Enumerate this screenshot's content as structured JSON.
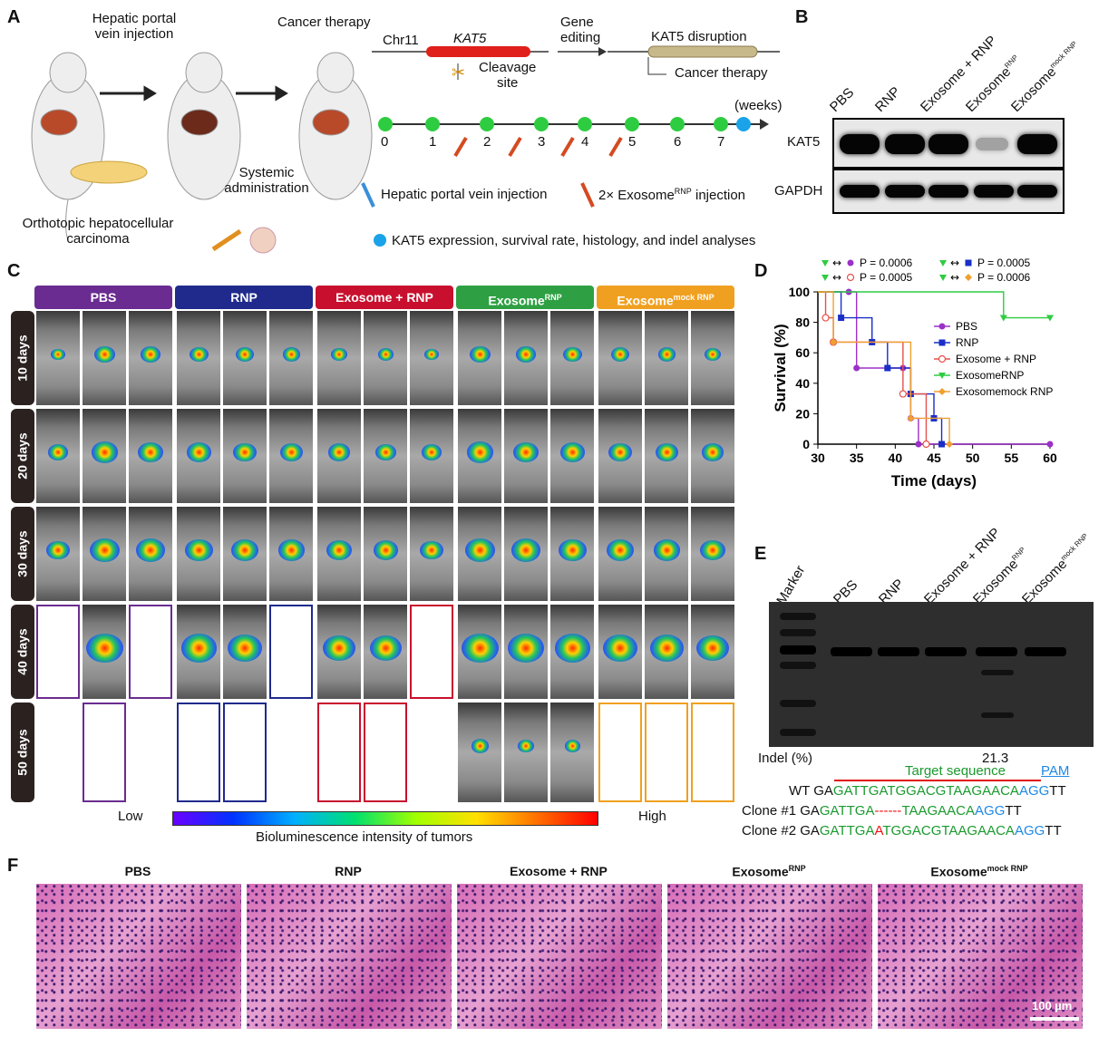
{
  "panels": {
    "a": "A",
    "b": "B",
    "c": "C",
    "d": "D",
    "e": "E",
    "f": "F"
  },
  "panelA": {
    "hepatic_portal_1": "Hepatic portal",
    "hepatic_portal_2": "vein injection",
    "cancer_therapy": "Cancer therapy",
    "chr": "Chr11",
    "gene": "KAT5",
    "cleavage_1": "Cleavage",
    "cleavage_2": "site",
    "gene_editing_1": "Gene",
    "gene_editing_2": "editing",
    "disruption": "KAT5 disruption",
    "cancer_therapy2": "Cancer therapy",
    "weeks": "(weeks)",
    "timeline": [
      "0",
      "1",
      "2",
      "3",
      "4",
      "5",
      "6",
      "7"
    ],
    "systemic_1": "Systemic",
    "systemic_2": "administration",
    "ortho_1": "Orthotopic hepatocellular",
    "ortho_2": "carcinoma",
    "legend_portal": "Hepatic portal vein injection",
    "legend_exo_pre": "2× Exosome",
    "legend_exo_sup": "RNP",
    "legend_exo_post": " injection",
    "legend_analysis": "KAT5 expression, survival rate, histology, and indel analyses"
  },
  "panelB": {
    "lanes": [
      "PBS",
      "RNP",
      "Exosome + RNP",
      "Exosome",
      "Exosome"
    ],
    "lane_sups": [
      "",
      "",
      "",
      "RNP",
      "mock RNP"
    ],
    "rows": [
      "KAT5",
      "GAPDH"
    ]
  },
  "panelC": {
    "groups": [
      {
        "label": "PBS",
        "sup": "",
        "color": "#6a2c91"
      },
      {
        "label": "RNP",
        "sup": "",
        "color": "#1f2a8c"
      },
      {
        "label": "Exosome + RNP",
        "sup": "",
        "color": "#c8102e"
      },
      {
        "label": "Exosome",
        "sup": "RNP",
        "color": "#2ea043"
      },
      {
        "label": "Exosome",
        "sup": "mock RNP",
        "color": "#f0a020"
      }
    ],
    "days": [
      "10 days",
      "20 days",
      "30 days",
      "40 days",
      "50 days"
    ],
    "low": "Low",
    "high": "High",
    "scale_label": "Bioluminescence intensity of tumors"
  },
  "panelD": {
    "pvals": [
      {
        "text": "P = 0.0006"
      },
      {
        "text": "P = 0.0005"
      },
      {
        "text": "P = 0.0005"
      },
      {
        "text": "P = 0.0006"
      }
    ]
  },
  "chart_data": {
    "type": "line",
    "xlabel": "Time (days)",
    "ylabel": "Survival (%)",
    "xlim": [
      30,
      60
    ],
    "ylim": [
      0,
      100
    ],
    "xticks": [
      30,
      35,
      40,
      45,
      50,
      55,
      60
    ],
    "yticks": [
      0,
      20,
      40,
      60,
      80,
      100
    ],
    "series": [
      {
        "name": "PBS",
        "color": "#9b30c8",
        "marker": "circle",
        "x": [
          30,
          34,
          35,
          41,
          42,
          43,
          60
        ],
        "y": [
          100,
          100,
          50,
          50,
          17,
          0,
          0
        ]
      },
      {
        "name": "RNP",
        "color": "#1a2ec8",
        "marker": "square",
        "x": [
          30,
          33,
          37,
          39,
          42,
          45,
          46
        ],
        "y": [
          100,
          83,
          67,
          50,
          33,
          17,
          0
        ]
      },
      {
        "name": "Exosome + RNP",
        "color": "#e8504a",
        "marker": "open-circle",
        "x": [
          30,
          31,
          32,
          41,
          44
        ],
        "y": [
          100,
          83,
          67,
          33,
          0
        ]
      },
      {
        "name": "ExosomeRNP",
        "color": "#2ecc40",
        "marker": "triangle",
        "x": [
          30,
          54,
          60
        ],
        "y": [
          100,
          83,
          83
        ]
      },
      {
        "name": "Exosomemock RNP",
        "color": "#f0a030",
        "marker": "diamond",
        "x": [
          30,
          32,
          42,
          47
        ],
        "y": [
          100,
          67,
          17,
          0
        ]
      }
    ]
  },
  "panelE": {
    "marker": "Marker",
    "lanes": [
      "PBS",
      "RNP",
      "Exosome + RNP",
      "Exosome",
      "Exosome"
    ],
    "lane_sups": [
      "",
      "",
      "",
      "RNP",
      "mock RNP"
    ],
    "indel_label": "Indel (%)",
    "indel_value": "21.3",
    "target": "Target sequence",
    "pam": "PAM",
    "wt_label": "WT",
    "c1_label": "Clone #1",
    "c2_label": "Clone #2"
  },
  "panelF": {
    "titles": [
      "PBS",
      "RNP",
      "Exosome + RNP",
      "Exosome",
      "Exosome"
    ],
    "sups": [
      "",
      "",
      "",
      "RNP",
      "mock RNP"
    ],
    "scalebar": "100 µm"
  }
}
